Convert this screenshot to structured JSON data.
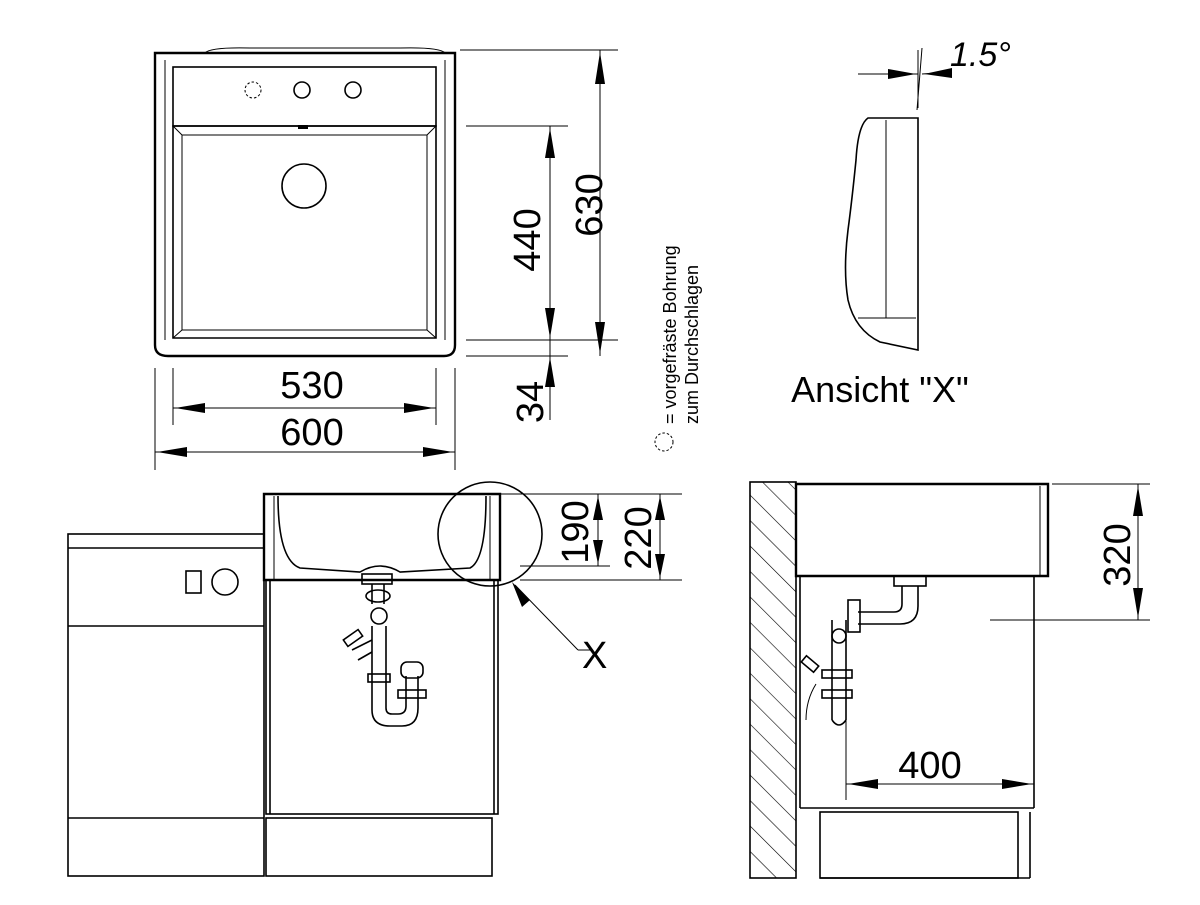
{
  "dimensions": {
    "inner_width": "530",
    "outer_width": "600",
    "total_depth": "630",
    "bowl_depth": "440",
    "front_edge": "34",
    "bowl_height": "190",
    "total_height": "220",
    "side_height": "320",
    "wall_distance": "400",
    "angle": "1.5°"
  },
  "labels": {
    "view_title": "Ansicht \"X\"",
    "detail_marker": "X",
    "note_line1": "= vorgefräste Bohrung",
    "note_line2": "zum Durchschlagen"
  }
}
